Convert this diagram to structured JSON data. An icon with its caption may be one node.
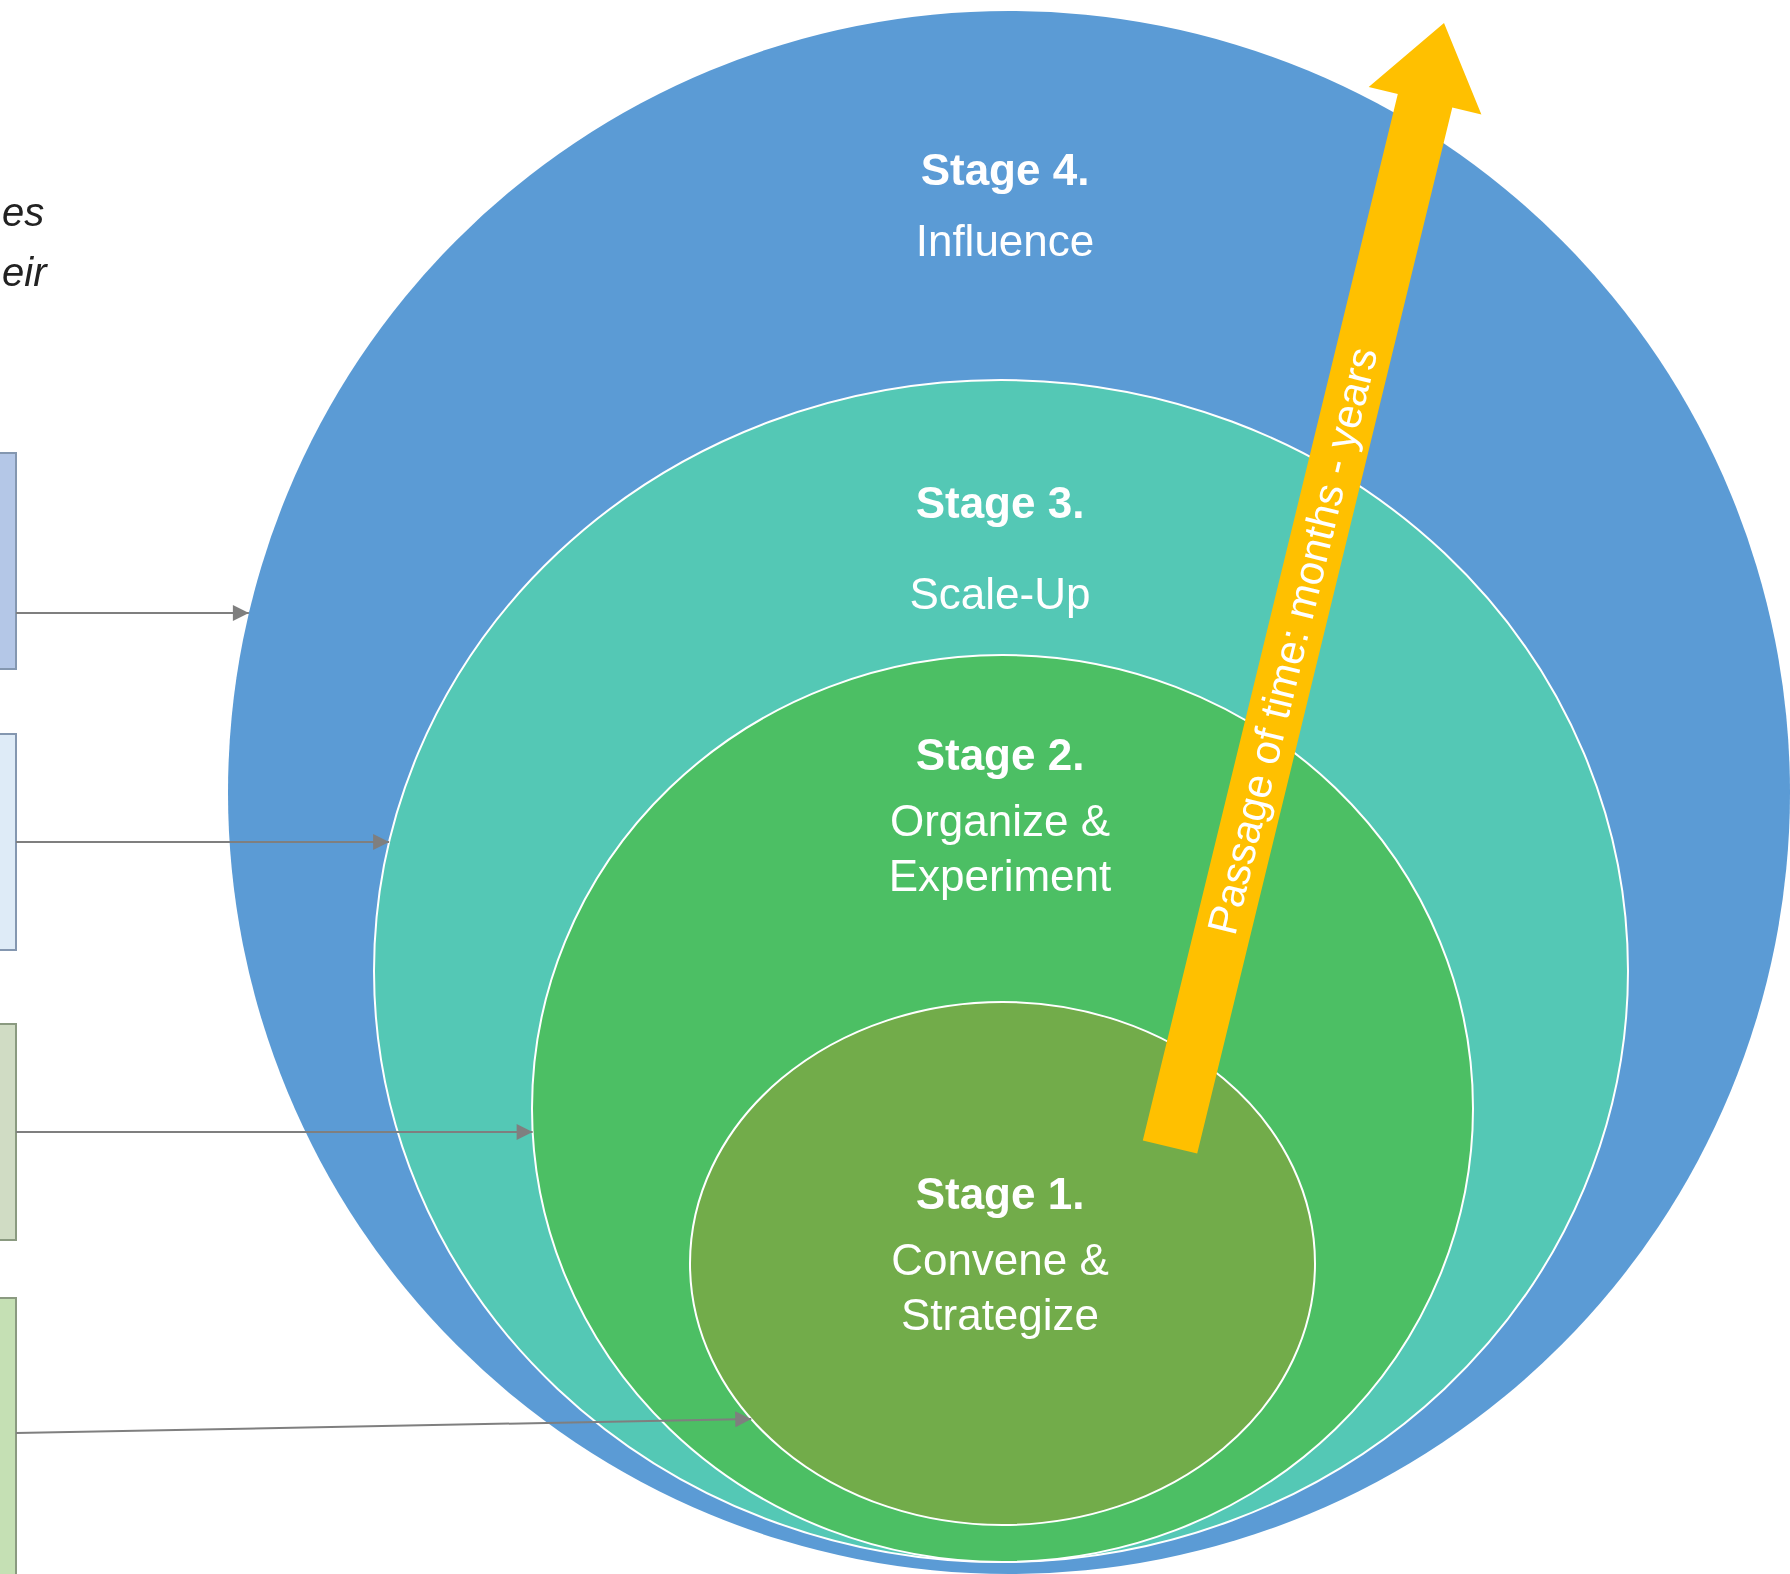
{
  "diagram": {
    "nodes": [
      {
        "text": [
          "Stage 4.",
          "Influence"
        ]
      },
      {
        "text": [
          "Stage 3.",
          "Scale-Up"
        ],
        "in": 0
      },
      {
        "text": [
          "Stage 2.",
          "Organize & Experiment"
        ],
        "in": 1
      },
      {
        "text": [
          "Stage 1.",
          "Convene & Strategize"
        ],
        "in": 2
      },
      {
        "text": [],
        "shape": "box"
      },
      {
        "text": [],
        "shape": "box"
      },
      {
        "text": [],
        "shape": "box"
      },
      {
        "text": [],
        "shape": "box"
      }
    ],
    "edges": [
      {
        "from": 4,
        "to": 0,
        "arrow": "to"
      },
      {
        "from": 5,
        "to": 1,
        "arrow": "to"
      },
      {
        "from": 6,
        "to": 2,
        "arrow": "to"
      },
      {
        "from": 7,
        "to": 3,
        "arrow": "to"
      }
    ],
    "labels": [
      "es",
      "eir",
      "Passage of time: months - years"
    ]
  }
}
